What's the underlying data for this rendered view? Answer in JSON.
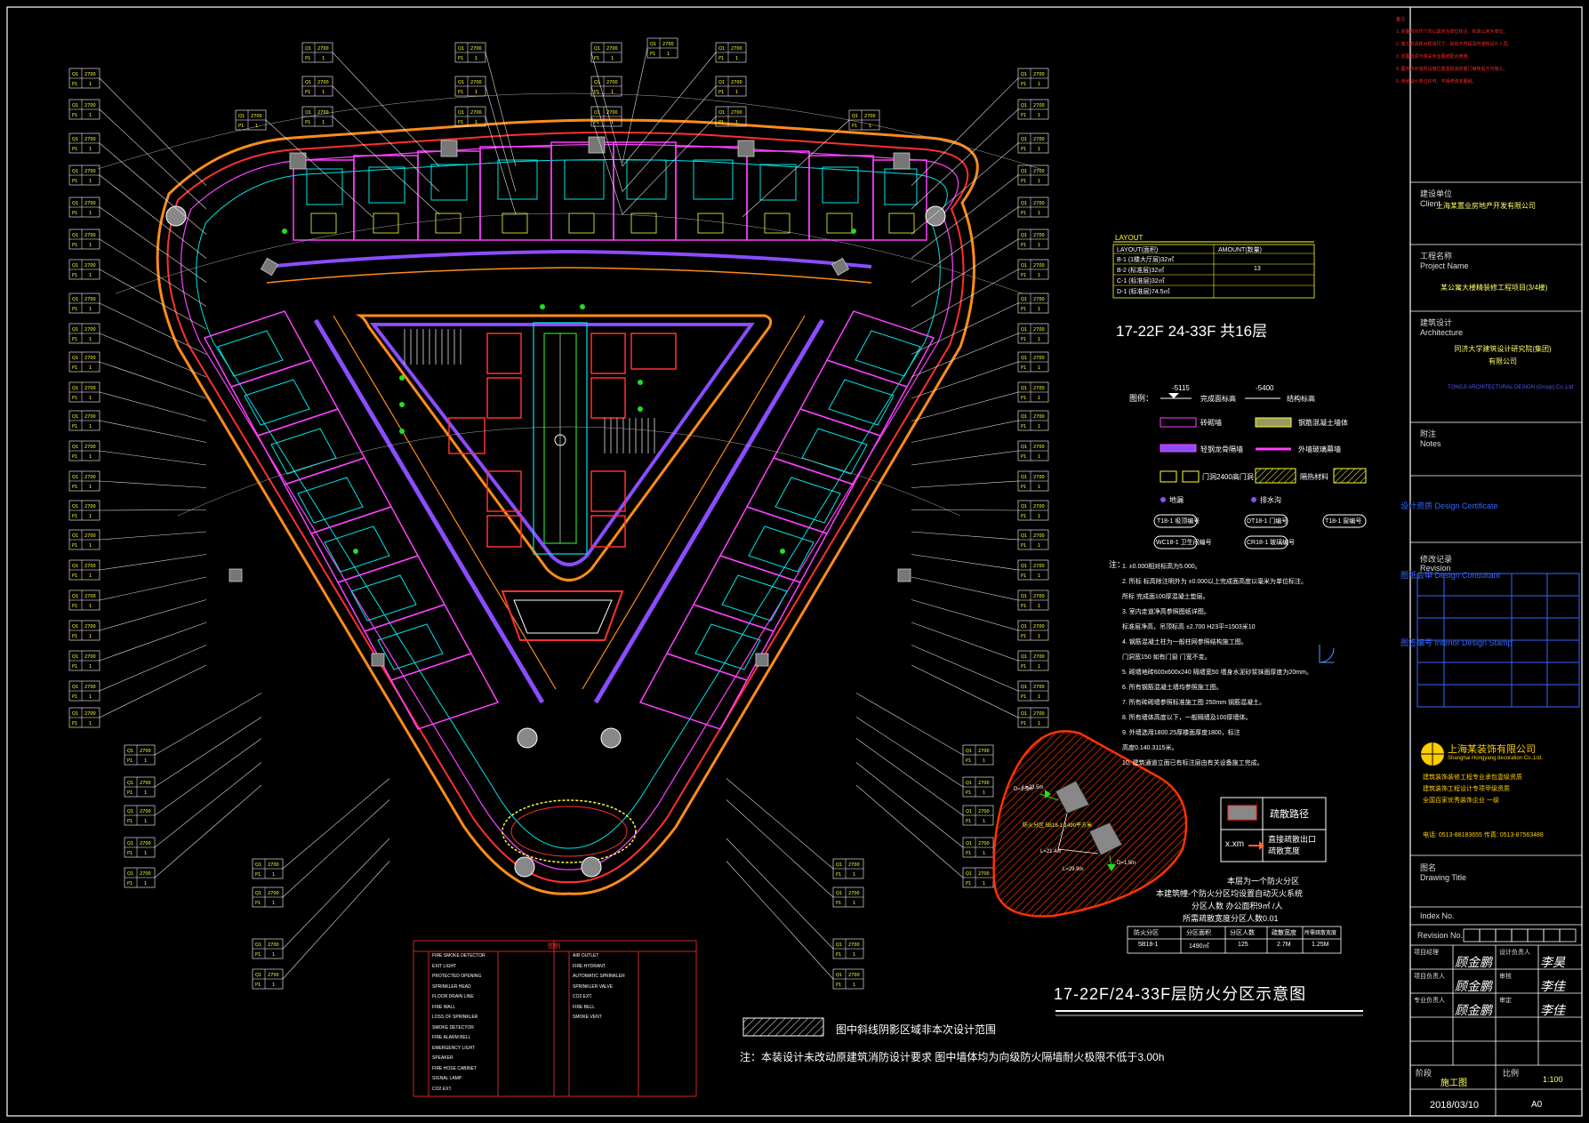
{
  "drawing": {
    "floors_short": "17-22F  24-33F  共16层",
    "title": "17-22F/24-33F层防火分区示意图",
    "hatch_note": "图中斜线阴影区域非本次设计范围",
    "bottom_note": "注：本装设计未改动原建筑消防设计要求 图中墙体均为向级防火隔墙耐火极限不低于3.00h"
  },
  "layout_table": {
    "title": "LAYOUT",
    "col1": "LAYOUT(面积)",
    "col2": "AMOUNT(数量)",
    "rows": [
      {
        "name": "B-1 (1楼大厅层)32㎡",
        "amount": ""
      },
      {
        "name": "B-2 (标准层)32㎡",
        "amount": "13"
      },
      {
        "name": "C-1 (标准层)32㎡",
        "amount": ""
      },
      {
        "name": "D-1 (标准层)74.5㎡",
        "amount": ""
      }
    ]
  },
  "legend": {
    "title": "图例：",
    "items": [
      {
        "a": "-5115",
        "b": "完成面标高",
        "c": "-5400",
        "d": "结构标高"
      },
      {
        "a": "",
        "b": "砖砌墙",
        "c": "",
        "d": "钢筋混凝土墙体"
      },
      {
        "a": "",
        "b": "轻钢龙骨隔墙",
        "c": "",
        "d": "外墙玻璃幕墙"
      },
      {
        "a": "",
        "b": "门洞2400高门洞",
        "c": "",
        "d": "隔热材料"
      },
      {
        "a": "",
        "b": "地漏",
        "c": "",
        "d": "排水沟"
      }
    ],
    "tags": [
      "T18-1 吸顶编号",
      "DT18-1 门编号",
      "T18-1 窗编号",
      "WC18-1 卫生间编号",
      "CR18-1 玻璃编号"
    ]
  },
  "notes": {
    "heading": "注：",
    "items": [
      "1. ±0.000相对标高为5.000。",
      "2. 所标 标高除注明外为 ±0.000以上完成面高度以毫米为单位标注。",
      "   所标  完成面100厚混凝土垫层。",
      "3. 室内走道净高参照图纸详图。",
      "   标准层净高，吊顶标高 ±2.700 H23平=1503米10",
      "4. 钢筋混凝土柱为一般柱网参照结构施工图。",
      "   门洞宽150 如有门窗 门宽不变。",
      "5. 砌墙地砖600x600x240 隔墙宽50 墙身水泥砂浆抹面厚度为20mm。",
      "6. 所有钢筋混凝土墙均参照施工图。",
      "7. 所有砖砌墙参照标准施工图      250mm 钢筋混凝土。",
      "8. 所有墙体高度以下，一般隔墙及100厚墙体。",
      "9. 外墙选用1800.25厚楼面厚度1800，标注",
      "   高度0.140.3115米。",
      "10. 建筑通道立面已有标注层由有关设备施工完成。"
    ]
  },
  "evac_legend": {
    "item1": "疏散路径",
    "item2_code": "x.xm",
    "item2": "直接疏散出口 疏散宽度"
  },
  "fire_zone": {
    "lines": [
      "本层为一个防火分区",
      "本建筑幢-个防火分区均设置自动灭火系统",
      "分区人数 办公面积9㎡ /人",
      "所需疏散宽度分区人数0.01"
    ],
    "headers": [
      "防火分区",
      "分区面积",
      "分区人数",
      "疏散宽度",
      "所需疏散宽度"
    ],
    "row": [
      "5B18-1",
      "1490㎡",
      "125",
      "2.7M",
      "1.25M"
    ]
  },
  "fire_map": {
    "l1": "L=23.5m",
    "l2": "L=21.4m",
    "l3": "L=29.9m",
    "d1": "D=1.5m",
    "d2": "D=1.5m",
    "label": "防火分区 5B18-1 1490平方米"
  },
  "symbol_table": {
    "title": "图例",
    "left": [
      "FIRE SMOKE DETECTOR",
      "EXIT LIGHT",
      "PROTECTED OPENING",
      "SPRINKLER HEAD",
      "FLOOR DRAIN LINE",
      "FIRE WALL",
      "LOSS OF SPRINKLER",
      "SMOKE DETECTOR",
      "FIRE ALARM BELL",
      "EMERGENCY LIGHT",
      "SPEAKER",
      "FIRE HOSE CABINET",
      "SIGNAL LAMP",
      "CO2 EXT."
    ],
    "right": [
      "AIR OUTLET",
      "FIRE HYDRANT",
      "AUTOMATIC SPRINKLER",
      "SPRINKLER VALVE",
      "CO2 EXT.",
      "FIRE BELL",
      "SMOKE VENT"
    ]
  },
  "title_block": {
    "red_notes": [
      "备注",
      "1. 本图所示尺寸均以毫米为单位标注，标高以米为单位。",
      "2. 施工前请核对现场尺寸，如有不符请及时通知设计人员。",
      "3. 本图纸须与相关专业图纸配合使用。",
      "4. 图中所示消防设施位置需经消防部门审核后方可施工。",
      "5. 未经设计单位许可，不得修改本图纸。"
    ],
    "client_label": "建设单位",
    "client_en": "Client",
    "client": "上海某置业房地产开发有限公司",
    "project_label": "工程名称",
    "project_en": "Project Name",
    "project": "某公寓大楼精装修工程项目(3/4楼)",
    "arch_label": "建筑设计",
    "arch_en": "Architecture",
    "arch": "同济大学建筑设计研究院(集团)有限公司",
    "arch_sub": "TONGJI ARCHITECTURAL DESIGN (Group) Co.,Ltd",
    "notes_label": "附注",
    "notes_en": "Notes",
    "design_cert": "设计资质 Design Certificate",
    "revision_label": "修改记录",
    "revision_en": "Revision",
    "sections": [
      "图纸会审 Design Consultant",
      "图签编号 Interior Design Stamp"
    ],
    "company": "上海某装饰有限公司",
    "company_en": "Shanghai Hongyang decoration Co.,Ltd.",
    "company_lines": [
      "建筑装饰装修工程专业承包壹级资质",
      "建筑装饰工程设计专项甲级资质",
      "全国百家优秀装饰企业  一级"
    ],
    "phone": "电话: 0513-88183655   传真: 0513-87563488",
    "drawing_title_label": "图名",
    "drawing_title_en": "Drawing Title",
    "index_label": "Index No.",
    "revision_no": "Revision No.",
    "roles": [
      {
        "role": "项目经理",
        "name": "顾金鹏"
      },
      {
        "role": "项目负责人",
        "name": "顾金鹏"
      },
      {
        "role": "设计负责人",
        "name": "李昊"
      },
      {
        "role": "专业负责人",
        "name": "顾金鹏"
      },
      {
        "role": "审核",
        "name": "李佳"
      },
      {
        "role": "审定",
        "name": "李佳"
      }
    ],
    "stage_label": "阶段",
    "stage": "施工图",
    "scale_label": "比例",
    "scale": "1:100",
    "date": "2018/03/10",
    "sheet": "A0"
  },
  "tags": {
    "q_label": "Q1",
    "q_val": "2700",
    "p_label": "P1",
    "p_val": "1"
  },
  "colors": {
    "background": "#000000",
    "wall_orange": "#ff8c1a",
    "wall_red": "#ff3030",
    "wall_magenta": "#ff40ff",
    "cyan": "#00e5e5",
    "green": "#22dd22",
    "yellow": "#ffff33",
    "purple": "#8a4dff",
    "white": "#ffffff",
    "hatch_zone": "#ff3300"
  }
}
